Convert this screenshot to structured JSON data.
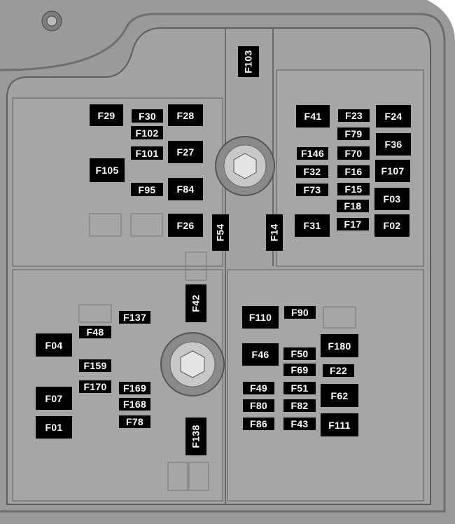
{
  "diagram": {
    "fuses": {
      "F103": "F103",
      "F29": "F29",
      "F30": "F30",
      "F28": "F28",
      "F102": "F102",
      "F101": "F101",
      "F27": "F27",
      "F105": "F105",
      "F95": "F95",
      "F84": "F84",
      "F26": "F26",
      "F54": "F54",
      "F14": "F14",
      "F41": "F41",
      "F23": "F23",
      "F24": "F24",
      "F79": "F79",
      "F36": "F36",
      "F146": "F146",
      "F70": "F70",
      "F32": "F32",
      "F16": "F16",
      "F107": "F107",
      "F73": "F73",
      "F15": "F15",
      "F03": "F03",
      "F18": "F18",
      "F31": "F31",
      "F17": "F17",
      "F02": "F02",
      "F42": "F42",
      "F110": "F110",
      "F90": "F90",
      "F46": "F46",
      "F180": "F180",
      "F50": "F50",
      "F69": "F69",
      "F22": "F22",
      "F49": "F49",
      "F51": "F51",
      "F62": "F62",
      "F80": "F80",
      "F82": "F82",
      "F86": "F86",
      "F43": "F43",
      "F111": "F111",
      "F04": "F04",
      "F48": "F48",
      "F137": "F137",
      "F159": "F159",
      "F170": "F170",
      "F169": "F169",
      "F168": "F168",
      "F78": "F78",
      "F07": "F07",
      "F01": "F01",
      "F138": "F138"
    }
  }
}
